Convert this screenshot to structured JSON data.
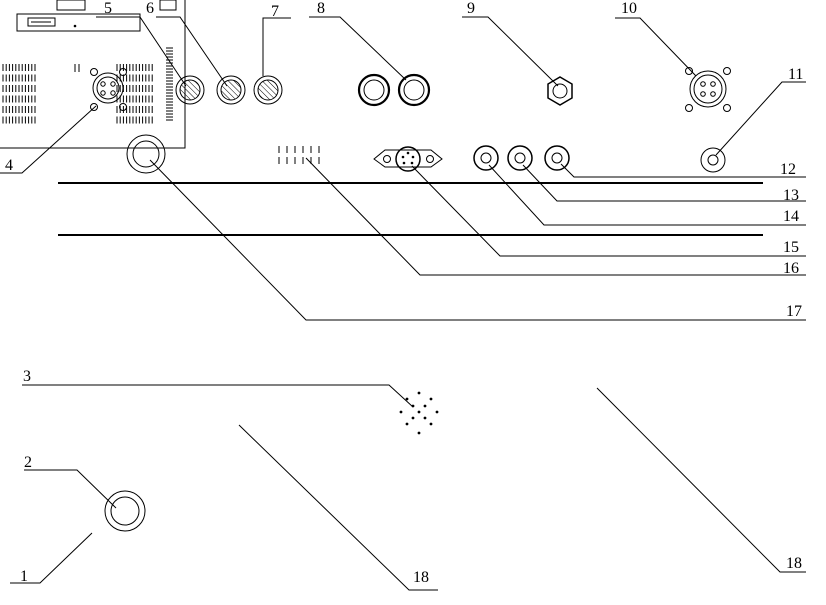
{
  "callouts": [
    {
      "id": "c1",
      "label": "1"
    },
    {
      "id": "c2",
      "label": "2"
    },
    {
      "id": "c3",
      "label": "3"
    },
    {
      "id": "c4",
      "label": "4"
    },
    {
      "id": "c5",
      "label": "5"
    },
    {
      "id": "c6",
      "label": "6"
    },
    {
      "id": "c7",
      "label": "7"
    },
    {
      "id": "c8",
      "label": "8"
    },
    {
      "id": "c9",
      "label": "9"
    },
    {
      "id": "c10",
      "label": "10"
    },
    {
      "id": "c11",
      "label": "11"
    },
    {
      "id": "c12",
      "label": "12"
    },
    {
      "id": "c13",
      "label": "13"
    },
    {
      "id": "c14",
      "label": "14"
    },
    {
      "id": "c15",
      "label": "15"
    },
    {
      "id": "c16",
      "label": "16"
    },
    {
      "id": "c17",
      "label": "17"
    },
    {
      "id": "c18a",
      "label": "18"
    },
    {
      "id": "c18b",
      "label": "18"
    }
  ]
}
